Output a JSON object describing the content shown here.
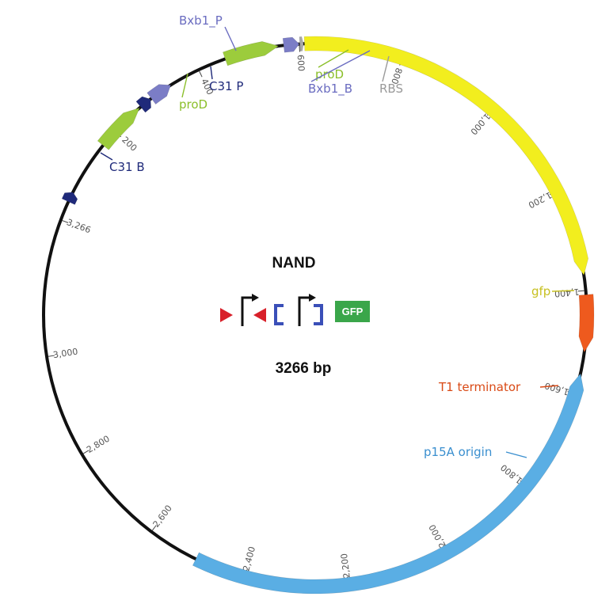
{
  "plasmid": {
    "name": "NAND",
    "size_label": "3266 bp",
    "total_bp": 3266,
    "backbone_color": "#111111"
  },
  "ticks": [
    {
      "bp": 200,
      "label": "200"
    },
    {
      "bp": 400,
      "label": "400"
    },
    {
      "bp": 600,
      "label": "600"
    },
    {
      "bp": 800,
      "label": "800"
    },
    {
      "bp": 1000,
      "label": "1,000"
    },
    {
      "bp": 1200,
      "label": "1,200"
    },
    {
      "bp": 1400,
      "label": "1,400"
    },
    {
      "bp": 1600,
      "label": "1,600"
    },
    {
      "bp": 1800,
      "label": "1,800"
    },
    {
      "bp": 2000,
      "label": "2,000"
    },
    {
      "bp": 2200,
      "label": "2,200"
    },
    {
      "bp": 2400,
      "label": "2,400"
    },
    {
      "bp": 2600,
      "label": "2,600"
    },
    {
      "bp": 2800,
      "label": "2,800"
    },
    {
      "bp": 3000,
      "label": "3,000"
    },
    {
      "bp": 3266,
      "label": "3,266"
    }
  ],
  "features": [
    {
      "id": "c31-b",
      "name": "C31 B",
      "start": 38,
      "end": 58,
      "color": "#1f2a7a",
      "label_color": "#1f2a7a",
      "strand": 1
    },
    {
      "id": "prod-1",
      "name": "proD",
      "start": 165,
      "end": 265,
      "color": "#9ccc3c",
      "label_color": "#8bbf2a",
      "strand": 1
    },
    {
      "id": "c31-p",
      "name": "C31 P",
      "start": 268,
      "end": 292,
      "color": "#1f2a7a",
      "label_color": "#1f2a7a",
      "strand": 1
    },
    {
      "id": "bxb1-p",
      "name": "Bxb1_P",
      "start": 294,
      "end": 339,
      "color": "#7b7dc6",
      "label_color": "#6a6cc0",
      "strand": 1
    },
    {
      "id": "prod-2",
      "name": "proD",
      "start": 455,
      "end": 560,
      "color": "#9ccc3c",
      "label_color": "#8bbf2a",
      "strand": 1
    },
    {
      "id": "bxb1-b",
      "name": "Bxb1_B",
      "start": 570,
      "end": 600,
      "color": "#7b7dc6",
      "label_color": "#6a6cc0",
      "strand": 1
    },
    {
      "id": "rbs",
      "name": "RBS",
      "start": 601,
      "end": 608,
      "color": "#a8a8a8",
      "label_color": "#9a9a9a",
      "strand": 1
    },
    {
      "id": "gfp",
      "name": "gfp",
      "start": 610,
      "end": 1370,
      "color": "#f2ee1e",
      "label_color": "#c7c020",
      "strand": 1
    },
    {
      "id": "t1-terminator",
      "name": "T1 terminator",
      "start": 1408,
      "end": 1518,
      "color": "#ee5a1e",
      "label_color": "#d94a16",
      "strand": 1
    },
    {
      "id": "p15a-origin",
      "name": "p15A origin",
      "start": 1560,
      "end": 2500,
      "color": "#5aaee4",
      "label_color": "#3a8fcf",
      "strand": -1
    }
  ],
  "circuit_icon": {
    "gfp_label": "GFP",
    "attb_color": "#d8202a",
    "attp_color": "#3a4fb8",
    "promoter_color": "#111111",
    "gfp_color": "#3aa64a"
  }
}
